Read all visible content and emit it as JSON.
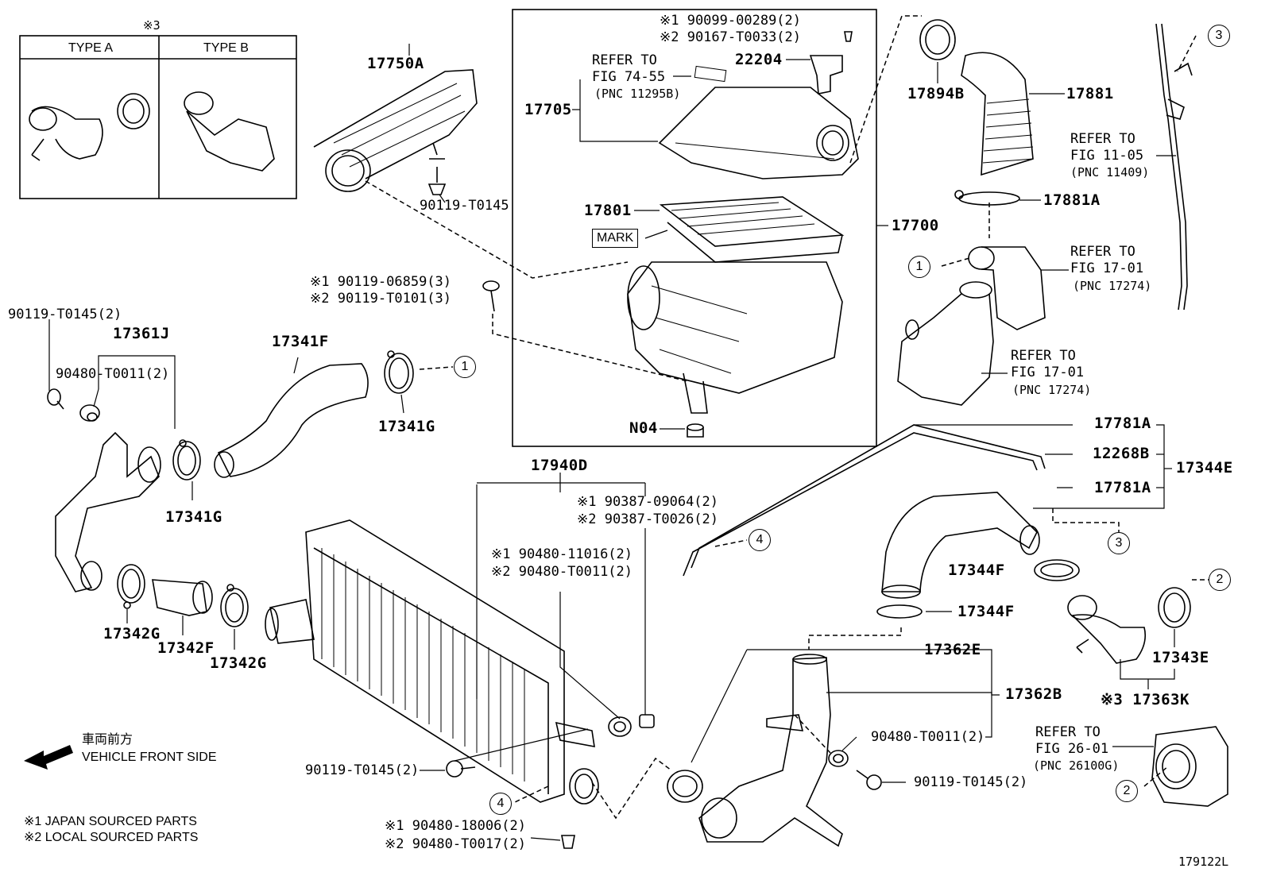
{
  "inset": {
    "note": "※3",
    "type_a": "TYPE A",
    "type_b": "TYPE B"
  },
  "parts": {
    "p17750A": "17750A",
    "p90119_T0145_a": "90119-T0145",
    "p17705": "17705",
    "p17801": "17801",
    "p17700": "17700",
    "pN04": "N04",
    "p22204": "22204",
    "mark": "MARK",
    "bolt_top_1": "※1 90099-00289(2)",
    "bolt_top_2": "※2 90167-T0033(2)",
    "bolt_mid_1": "※1 90119-06859(3)",
    "bolt_mid_2": "※2 90119-T0101(3)",
    "p17894B": "17894B",
    "p17881": "17881",
    "p17881A": "17881A",
    "p90119_T0145_2_left": "90119-T0145(2)",
    "p17361J": "17361J",
    "p90480_T0011_2_left": "90480-T0011(2)",
    "p17341F": "17341F",
    "p17341G_a": "17341G",
    "p17341G_b": "17341G",
    "p17342G_a": "17342G",
    "p17342F": "17342F",
    "p17342G_b": "17342G",
    "p17940D": "17940D",
    "ic_1a": "※1 90387-09064(2)",
    "ic_2a": "※2 90387-T0026(2)",
    "ic_1b": "※1 90480-11016(2)",
    "ic_2b": "※2 90480-T0011(2)",
    "p90119_T0145_2_bottom": "90119-T0145(2)",
    "bot_1": "※1 90480-18006(2)",
    "bot_2": "※2 90480-T0017(2)",
    "p17781A_a": "17781A",
    "p12268B": "12268B",
    "p17781A_b": "17781A",
    "p17344E": "17344E",
    "p17344F_a": "17344F",
    "p17344F_b": "17344F",
    "p17362E": "17362E",
    "p17362B": "17362B",
    "p90480_T0011_2_right": "90480-T0011(2)",
    "p90119_T0145_2_right": "90119-T0145(2)",
    "p17343E": "17343E",
    "p17363K": "※3 17363K"
  },
  "refers": {
    "r1": [
      "REFER TO",
      "FIG 74-55",
      "(PNC 11295B)"
    ],
    "r2": [
      "REFER TO",
      "FIG 11-05",
      "(PNC 11409)"
    ],
    "r3": [
      "REFER TO",
      "FIG 17-01",
      "(PNC 17274)"
    ],
    "r4": [
      "REFER TO",
      "FIG 17-01",
      "(PNC 17274)"
    ],
    "r5": [
      "REFER TO",
      "FIG 26-01",
      "(PNC 26100G)"
    ]
  },
  "callouts": [
    "1",
    "1",
    "2",
    "2",
    "3",
    "3",
    "4",
    "4"
  ],
  "front": {
    "jp": "車両前方",
    "en": "VEHICLE FRONT SIDE"
  },
  "legend": {
    "l1": "※1  JAPAN SOURCED PARTS",
    "l2": "※2  LOCAL SOURCED PARTS"
  },
  "figure_id": "179122L"
}
